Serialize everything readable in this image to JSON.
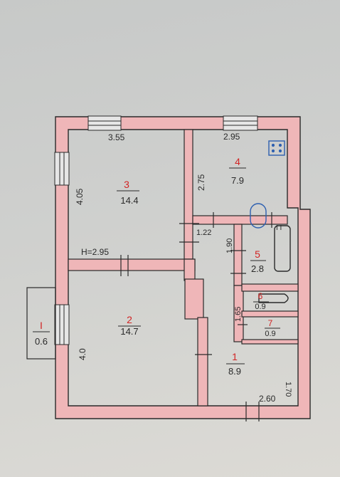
{
  "plan": {
    "ceiling_height": "H=2.95",
    "rooms": [
      {
        "id": "room-1",
        "number": "1",
        "area": "8.9"
      },
      {
        "id": "room-2",
        "number": "2",
        "area": "14.7"
      },
      {
        "id": "room-3",
        "number": "3",
        "area": "14.4"
      },
      {
        "id": "room-4",
        "number": "4",
        "area": "7.9"
      },
      {
        "id": "room-5",
        "number": "5",
        "area": "2.8"
      },
      {
        "id": "room-6",
        "number": "6",
        "area": "0.9"
      },
      {
        "id": "room-7",
        "number": "7",
        "area": "0.9"
      },
      {
        "id": "balcony",
        "number": "I",
        "area": "0.6"
      }
    ],
    "dimensions": {
      "room3_width": "3.55",
      "room4_width": "2.95",
      "room3_depth": "4.05",
      "room4_depth": "2.75",
      "room2_depth": "4.0",
      "hall_width": "2.60",
      "hall_depth": "1.70",
      "bath_depth": "1.90",
      "wc_depth": "1.65",
      "small_width": "1.22",
      "bath_tub_label": "I I"
    }
  },
  "colors": {
    "wall_fill": "#efb6b8",
    "wall_line": "#2a2a2a",
    "room_number": "#d22424",
    "fixture": "#2d5fb0"
  }
}
